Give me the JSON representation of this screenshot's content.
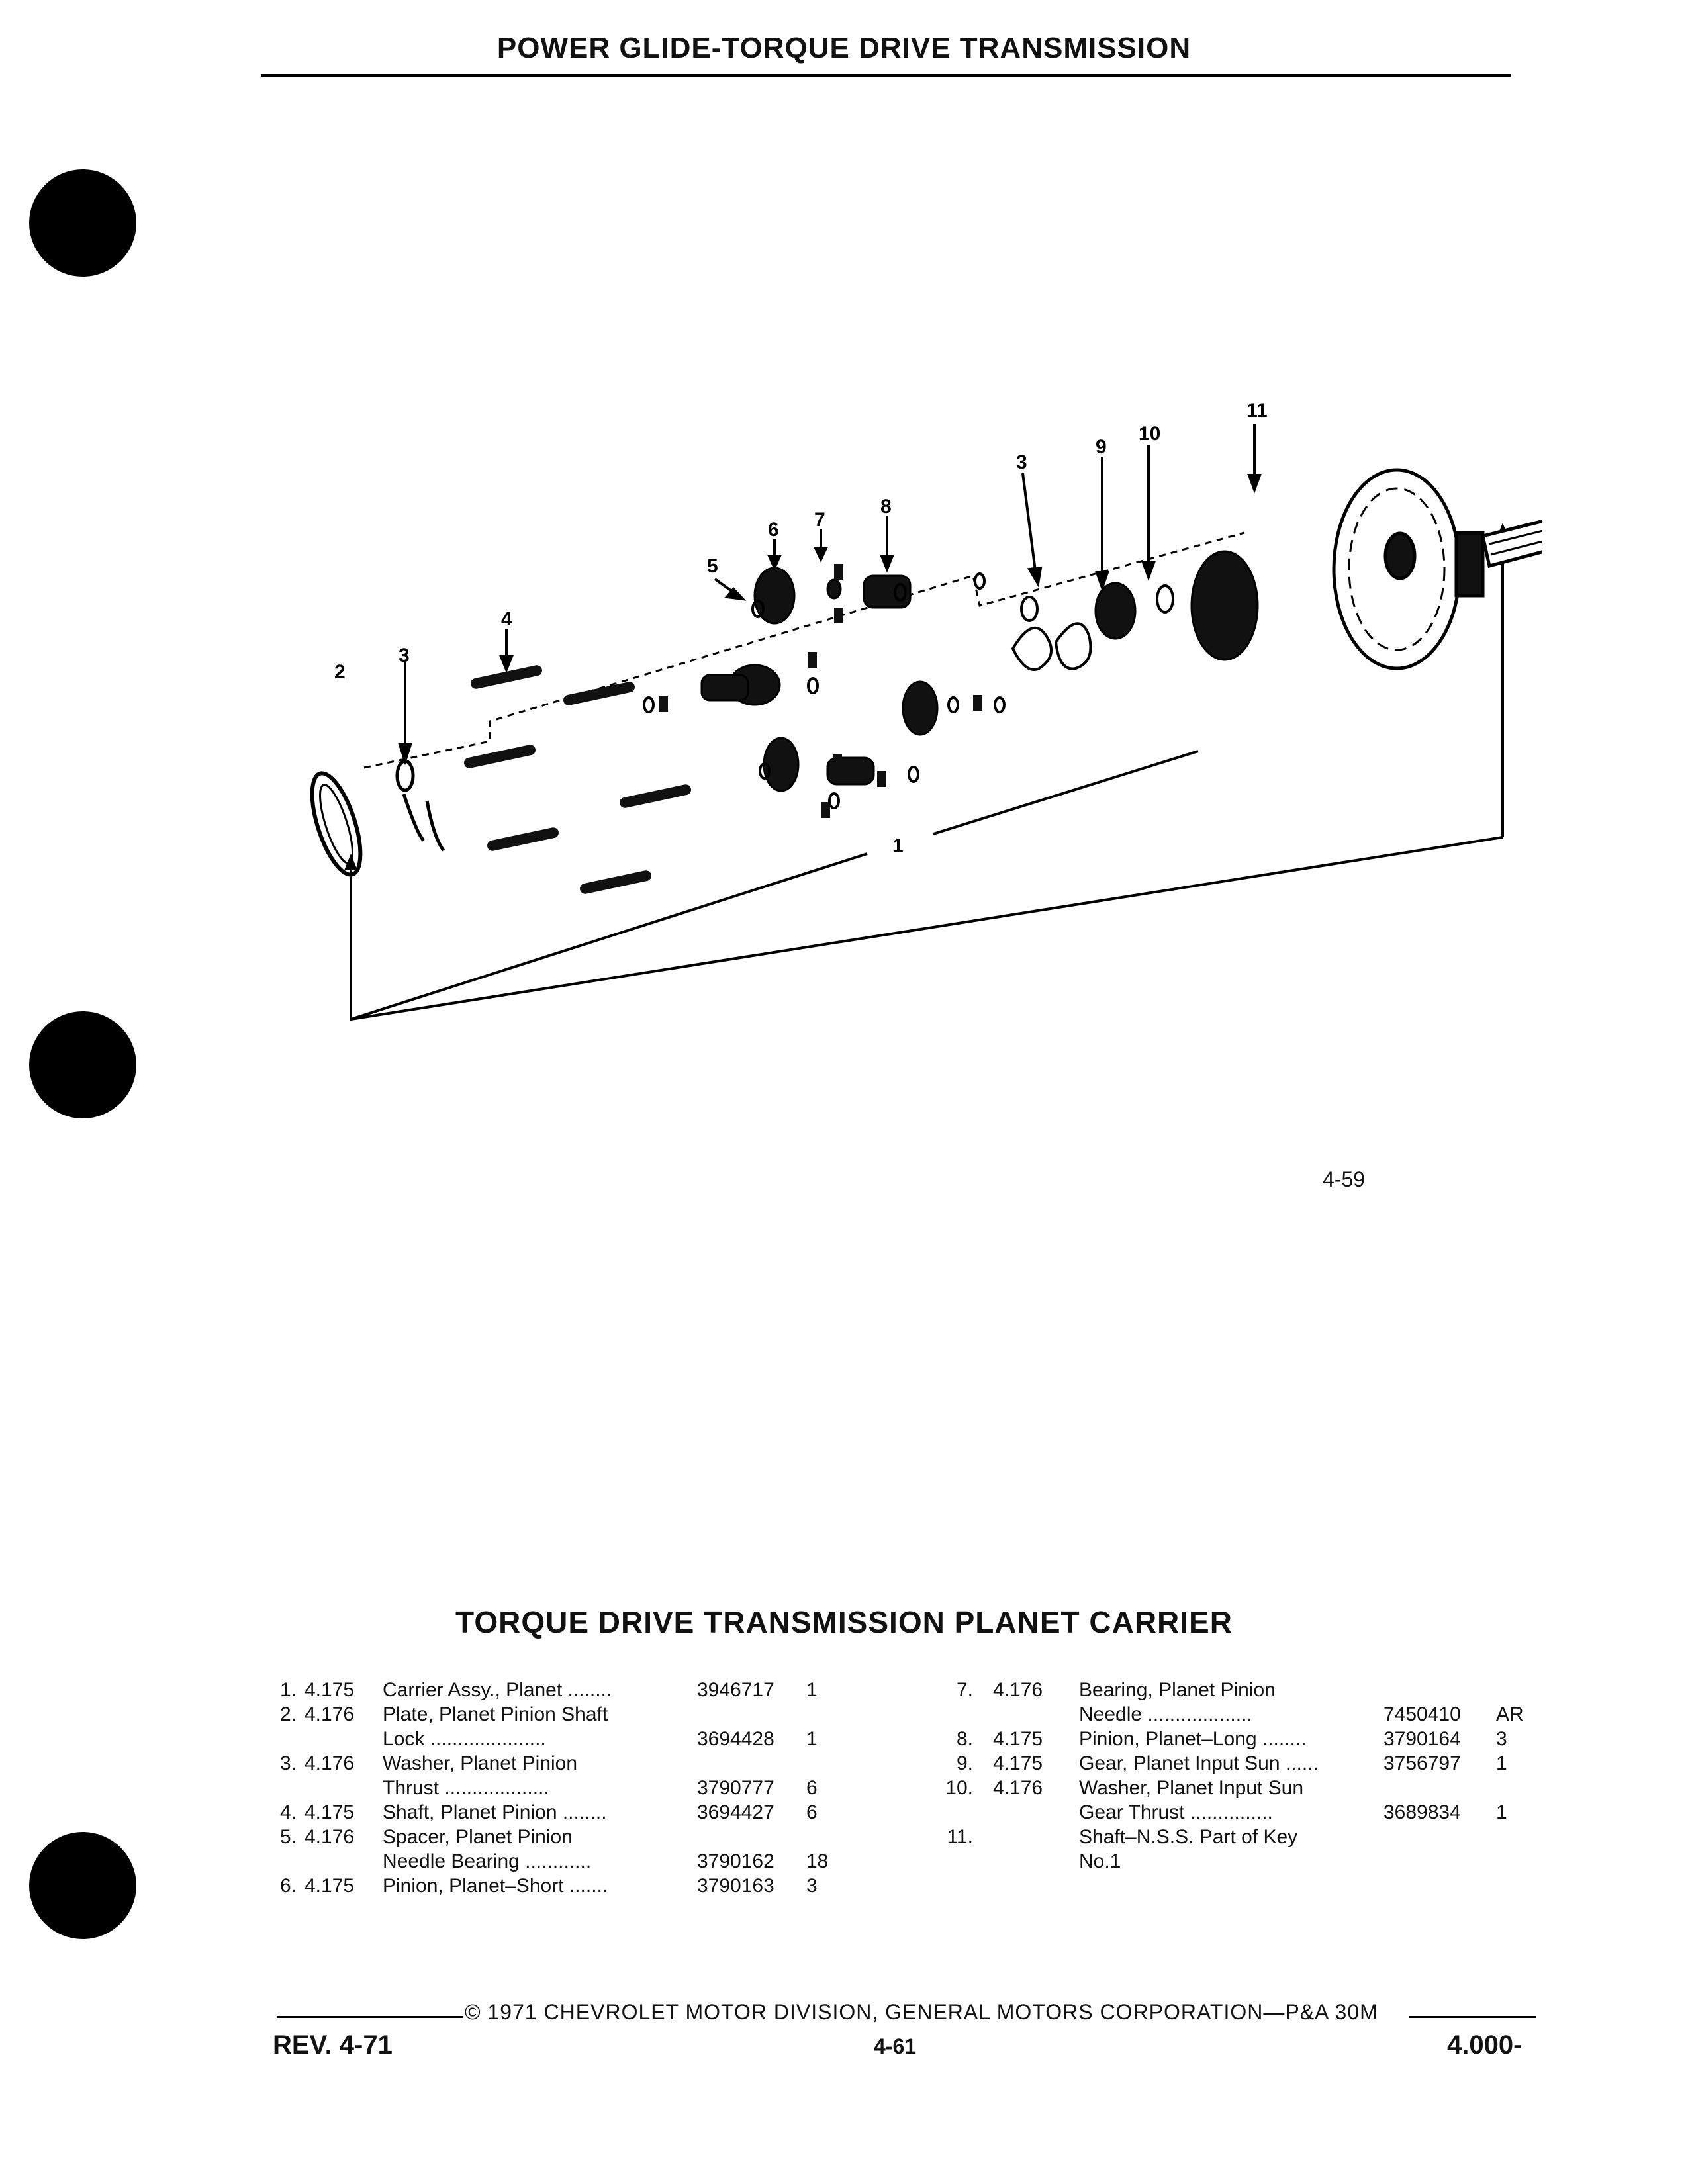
{
  "header": {
    "title": "POWER GLIDE-TORQUE DRIVE TRANSMISSION"
  },
  "figure": {
    "number": "4-59",
    "callouts": [
      "1",
      "2",
      "3",
      "4",
      "3",
      "5",
      "6",
      "7",
      "8",
      "9",
      "10",
      "11"
    ]
  },
  "section_title": "TORQUE DRIVE TRANSMISSION PLANET CARRIER",
  "parts_left": [
    {
      "lines": [
        {
          "num": "1.",
          "code": "4.175",
          "desc": "Carrier Assy., Planet ........",
          "part": "3946717",
          "qty": "1"
        }
      ]
    },
    {
      "lines": [
        {
          "num": "2.",
          "code": "4.176",
          "desc": "Plate, Planet Pinion Shaft",
          "part": "",
          "qty": ""
        },
        {
          "num": "",
          "code": "",
          "desc": "Lock .....................",
          "part": "3694428",
          "qty": "1"
        }
      ]
    },
    {
      "lines": [
        {
          "num": "3.",
          "code": "4.176",
          "desc": "Washer, Planet Pinion",
          "part": "",
          "qty": ""
        },
        {
          "num": "",
          "code": "",
          "desc": "Thrust ...................",
          "part": "3790777",
          "qty": "6"
        }
      ]
    },
    {
      "lines": [
        {
          "num": "4.",
          "code": "4.175",
          "desc": "Shaft, Planet Pinion ........",
          "part": "3694427",
          "qty": "6"
        }
      ]
    },
    {
      "lines": [
        {
          "num": "5.",
          "code": "4.176",
          "desc": "Spacer, Planet Pinion",
          "part": "",
          "qty": ""
        },
        {
          "num": "",
          "code": "",
          "desc": "Needle Bearing ............",
          "part": "3790162",
          "qty": "18"
        }
      ]
    },
    {
      "lines": [
        {
          "num": "6.",
          "code": "4.175",
          "desc": "Pinion, Planet–Short .......",
          "part": "3790163",
          "qty": "3"
        }
      ]
    }
  ],
  "parts_right": [
    {
      "lines": [
        {
          "num": "7.",
          "code": "4.176",
          "desc": "Bearing, Planet Pinion",
          "part": "",
          "qty": ""
        },
        {
          "num": "",
          "code": "",
          "desc": "Needle ...................",
          "part": "7450410",
          "qty": "AR"
        }
      ]
    },
    {
      "lines": [
        {
          "num": "8.",
          "code": "4.175",
          "desc": "Pinion, Planet–Long ........",
          "part": "3790164",
          "qty": "3"
        }
      ]
    },
    {
      "lines": [
        {
          "num": "9.",
          "code": "4.175",
          "desc": "Gear, Planet Input Sun ......",
          "part": "3756797",
          "qty": "1"
        }
      ]
    },
    {
      "lines": [
        {
          "num": "10.",
          "code": "4.176",
          "desc": "Washer, Planet Input Sun",
          "part": "",
          "qty": ""
        },
        {
          "num": "",
          "code": "",
          "desc": "Gear Thrust ...............",
          "part": "3689834",
          "qty": "1"
        }
      ]
    },
    {
      "lines": [
        {
          "num": "11.",
          "code": "",
          "desc": "Shaft–N.S.S. Part of Key",
          "part": "",
          "qty": ""
        },
        {
          "num": "",
          "code": "",
          "desc": "No.1",
          "part": "",
          "qty": ""
        }
      ]
    }
  ],
  "footer": {
    "copyright": "© 1971 CHEVROLET MOTOR DIVISION, GENERAL MOTORS CORPORATION—P&A 30M",
    "revision": "REV. 4-71",
    "page": "4-61",
    "section": "4.000-"
  }
}
